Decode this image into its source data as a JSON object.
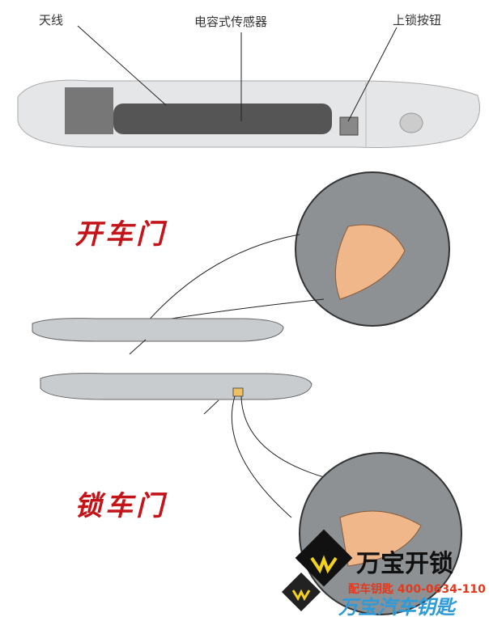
{
  "labels": {
    "antenna": "天线",
    "capacitive_sensor": "电容式传感器",
    "lock_button": "上锁按钮"
  },
  "titles": {
    "open_door": "开车门",
    "lock_door": "锁车门"
  },
  "watermark": {
    "brand": "万宝开锁",
    "service": "配车钥匙 400-0634-110",
    "subtitle": "万宝汽车钥匙"
  },
  "colors": {
    "title": "#c4141a",
    "handle": "#d8dadc",
    "skin": "#f0b88a"
  }
}
